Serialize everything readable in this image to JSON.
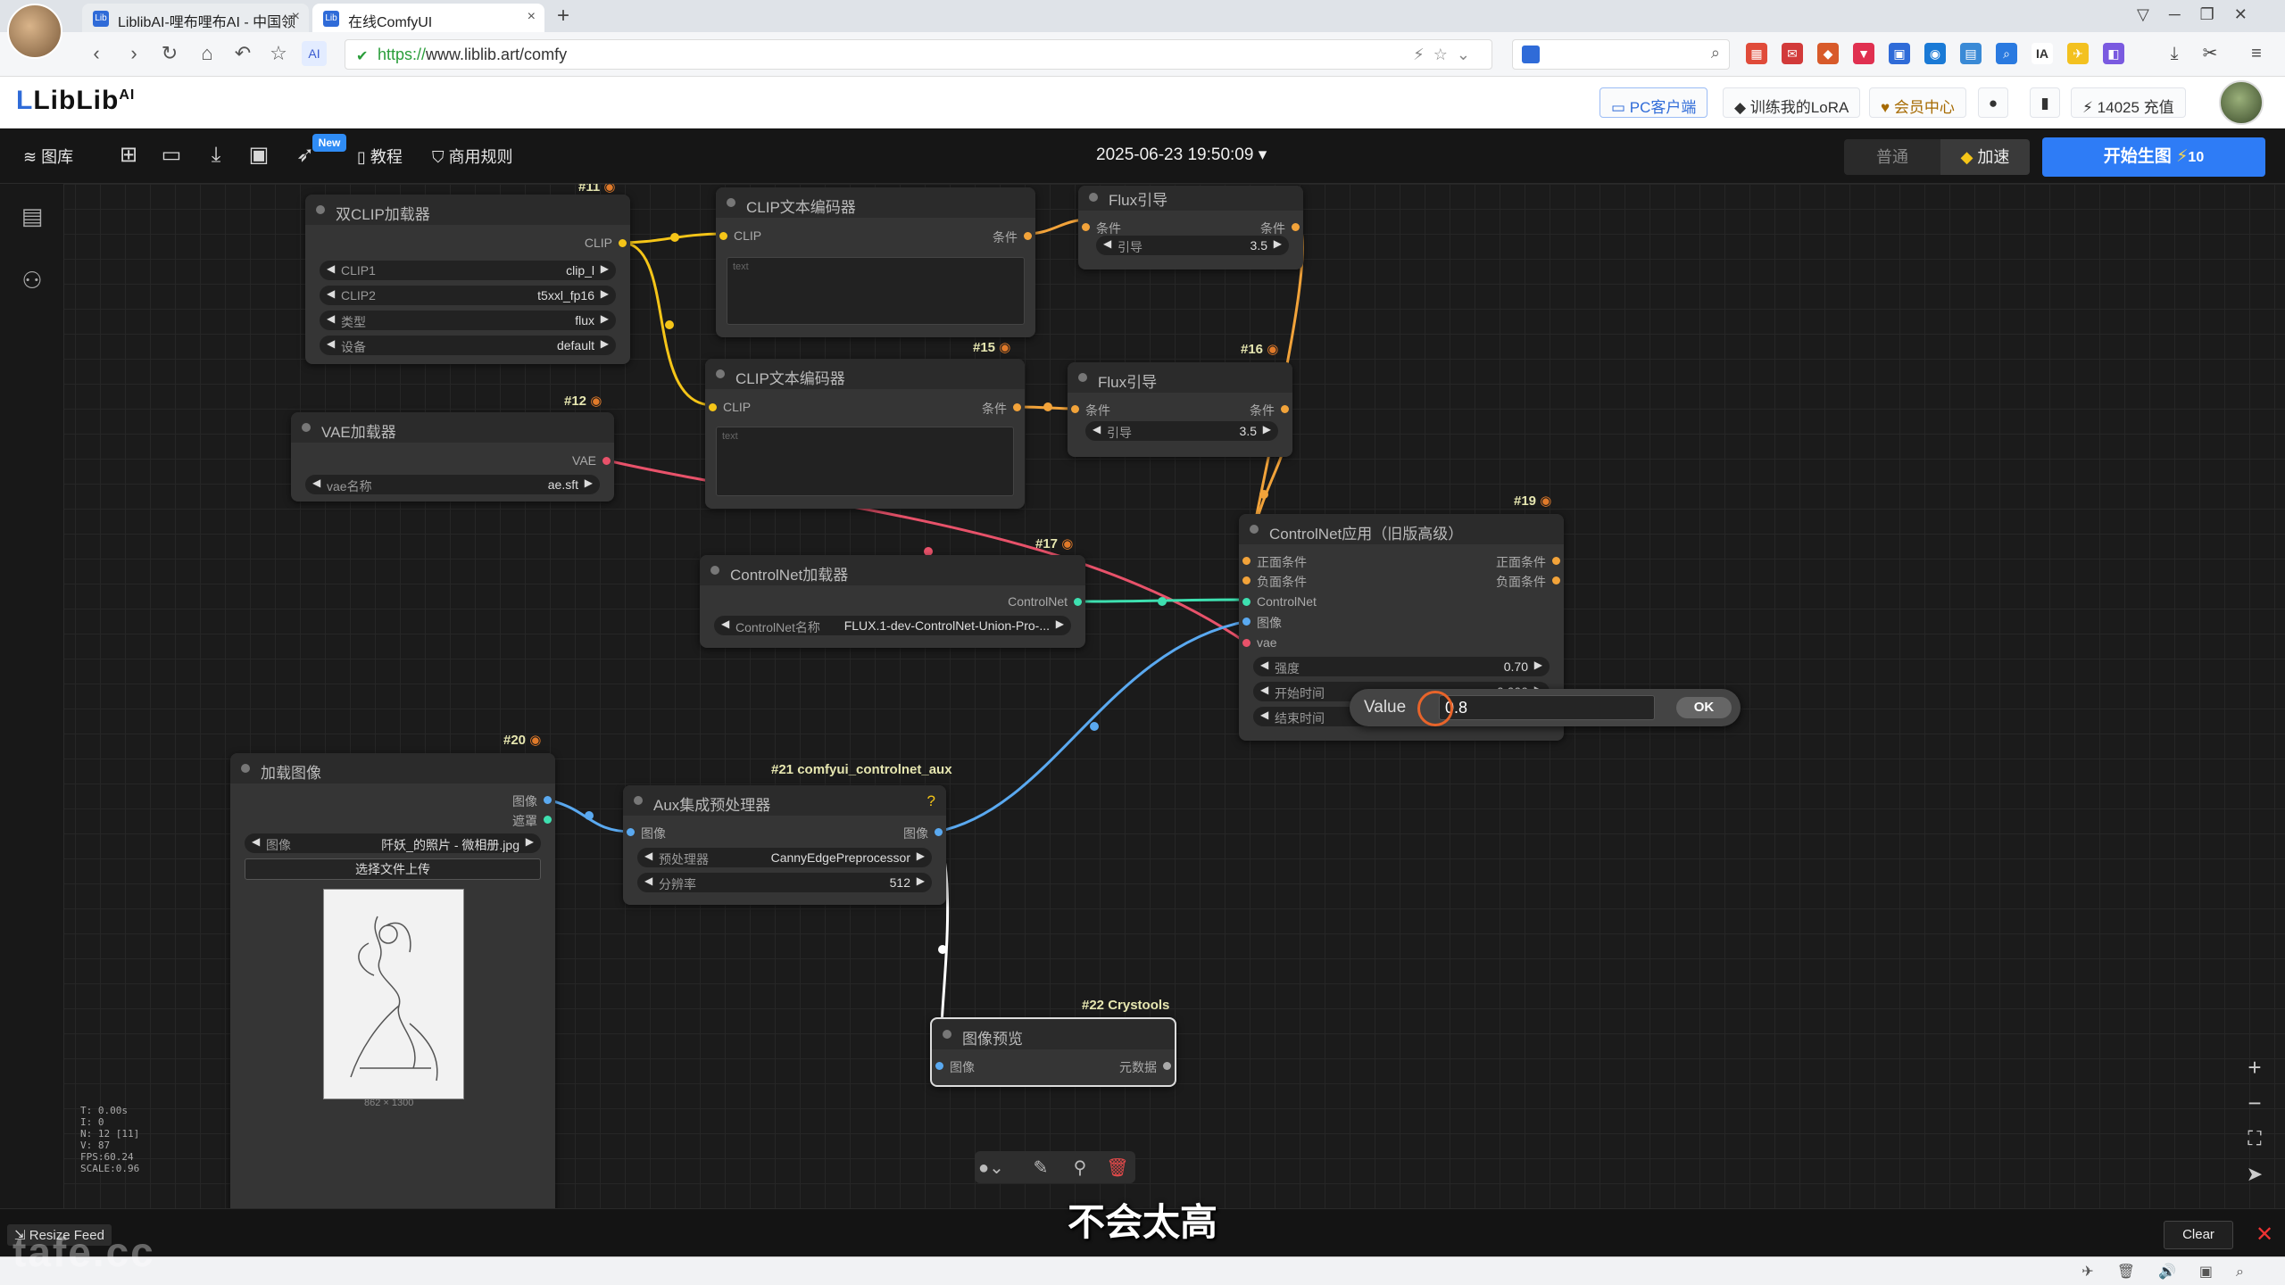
{
  "browser": {
    "tabs": [
      {
        "title": "LiblibAI-哩布哩布AI - 中国领"
      },
      {
        "title": "在线ComfyUI"
      }
    ],
    "url_scheme": "https://",
    "url_rest": "www.liblib.art/comfy"
  },
  "site": {
    "logo": "LibLib",
    "logo_suffix": "AI",
    "pc_client": "PC客户端",
    "train_lora": "训练我的LoRA",
    "member_center": "会员中心",
    "credits": "14025 充值"
  },
  "toolbar": {
    "gallery": "图库",
    "new_badge": "New",
    "tutorial": "教程",
    "rules": "商用规则",
    "datetime": "2025-06-23 19:50:09",
    "normal": "普通",
    "fast": "加速",
    "generate": "开始生图",
    "generate_cost": "10"
  },
  "nodes": {
    "dual_clip": {
      "id": "#11",
      "title": "双CLIP加载器",
      "out": "CLIP",
      "widgets": [
        {
          "label": "CLIP1",
          "value": "clip_l"
        },
        {
          "label": "CLIP2",
          "value": "t5xxl_fp16"
        },
        {
          "label": "类型",
          "value": "flux"
        },
        {
          "label": "设备",
          "value": "default"
        }
      ]
    },
    "vae_loader": {
      "id": "#12",
      "title": "VAE加载器",
      "out": "VAE",
      "widget_label": "vae名称",
      "widget_value": "ae.sft"
    },
    "clip_text_1": {
      "title": "CLIP文本编码器",
      "in": "CLIP",
      "out": "条件",
      "placeholder": "text"
    },
    "clip_text_2": {
      "id": "#15",
      "title": "CLIP文本编码器",
      "in": "CLIP",
      "out": "条件",
      "placeholder": "text"
    },
    "flux_guide_1": {
      "title": "Flux引导",
      "in": "条件",
      "out": "条件",
      "widget_label": "引导",
      "widget_value": "3.5"
    },
    "flux_guide_2": {
      "id": "#16",
      "title": "Flux引导",
      "in": "条件",
      "out": "条件",
      "widget_label": "引导",
      "widget_value": "3.5"
    },
    "controlnet_loader": {
      "id": "#17",
      "title": "ControlNet加载器",
      "out": "ControlNet",
      "widget_label": "ControlNet名称",
      "widget_value": "FLUX.1-dev-ControlNet-Union-Pro-..."
    },
    "controlnet_apply": {
      "id": "#19",
      "title": "ControlNet应用（旧版高级）",
      "in_positive": "正面条件",
      "in_negative": "负面条件",
      "in_controlnet": "ControlNet",
      "in_image": "图像",
      "in_vae": "vae",
      "out_positive": "正面条件",
      "out_negative": "负面条件",
      "w_strength_label": "强度",
      "w_strength_value": "0.70",
      "w_start_label": "开始时间",
      "w_start_value": "0.000",
      "w_end_label": "结束时间"
    },
    "load_image": {
      "id": "#20",
      "title": "加载图像",
      "out_image": "图像",
      "out_mask": "遮罩",
      "widget_label": "图像",
      "widget_value": "阡妖_的照片 - 微相册.jpg",
      "upload": "选择文件上传",
      "dims": "862 × 1300"
    },
    "aux": {
      "id": "#21 comfyui_controlnet_aux",
      "title": "Aux集成预处理器",
      "in": "图像",
      "out": "图像",
      "help": "?",
      "w_pre_label": "预处理器",
      "w_pre_value": "CannyEdgePreprocessor",
      "w_res_label": "分辨率",
      "w_res_value": "512"
    },
    "preview": {
      "id": "#22 Crystools",
      "title": "图像预览",
      "in": "图像",
      "out": "元数据"
    }
  },
  "value_popup": {
    "label": "Value",
    "value": "0.8",
    "ok": "OK"
  },
  "stats": "T: 0.00s\nI: 0\nN: 12 [11]\nV: 87\nFPS:60.24\nSCALE:0.96",
  "bottom": {
    "resize_feed": "Resize Feed",
    "clear": "Clear",
    "subtitle": "不会太高",
    "watermark": "tafe.cc"
  },
  "colors": {
    "clip": "#f5c518",
    "vae": "#e8526a",
    "controlnet": "#3ee0b0",
    "image": "#5aa9f0",
    "conditioning": "#f2a33a",
    "generate": "#2e7cf6"
  }
}
